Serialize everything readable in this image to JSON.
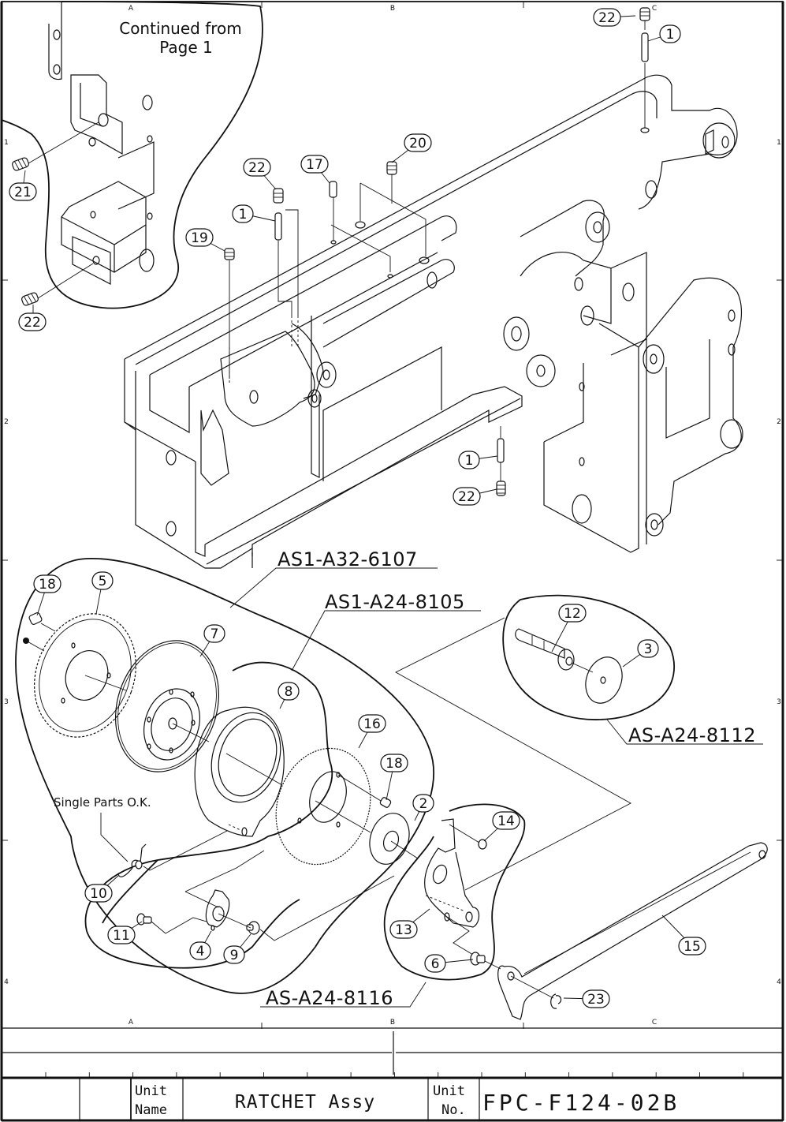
{
  "drawing": {
    "continued_note": [
      "Continued from",
      "Page 1"
    ],
    "single_parts_note": "Single Parts O.K.",
    "grid": {
      "columns": [
        "A",
        "B",
        "C"
      ],
      "rows": [
        "1",
        "2",
        "3",
        "4"
      ]
    },
    "assemblies": [
      {
        "id": "as1-a32-6107",
        "label": "AS1-A32-6107"
      },
      {
        "id": "as1-a24-8105",
        "label": "AS1-A24-8105"
      },
      {
        "id": "as-a24-8112",
        "label": "AS-A24-8112"
      },
      {
        "id": "as-a24-8116",
        "label": "AS-A24-8116"
      }
    ],
    "callouts": [
      {
        "num": "22",
        "area": "top-right"
      },
      {
        "num": "1",
        "area": "top-right"
      },
      {
        "num": "21",
        "area": "inset-left"
      },
      {
        "num": "22",
        "area": "inset-left"
      },
      {
        "num": "22",
        "area": "top-center"
      },
      {
        "num": "17",
        "area": "top-center"
      },
      {
        "num": "20",
        "area": "top-center"
      },
      {
        "num": "1",
        "area": "top-center"
      },
      {
        "num": "19",
        "area": "top-center"
      },
      {
        "num": "1",
        "area": "right-middle"
      },
      {
        "num": "22",
        "area": "right-middle"
      },
      {
        "num": "18",
        "area": "ratchet"
      },
      {
        "num": "5",
        "area": "ratchet"
      },
      {
        "num": "7",
        "area": "ratchet"
      },
      {
        "num": "8",
        "area": "ratchet"
      },
      {
        "num": "16",
        "area": "ratchet"
      },
      {
        "num": "18",
        "area": "ratchet"
      },
      {
        "num": "2",
        "area": "ratchet"
      },
      {
        "num": "12",
        "area": "shaft"
      },
      {
        "num": "3",
        "area": "shaft"
      },
      {
        "num": "14",
        "area": "lever"
      },
      {
        "num": "10",
        "area": "lever"
      },
      {
        "num": "11",
        "area": "lever"
      },
      {
        "num": "4",
        "area": "lever"
      },
      {
        "num": "9",
        "area": "lever"
      },
      {
        "num": "13",
        "area": "lever"
      },
      {
        "num": "6",
        "area": "lever"
      },
      {
        "num": "15",
        "area": "lever"
      },
      {
        "num": "23",
        "area": "lever"
      }
    ]
  },
  "title_block": {
    "unit_name_label": [
      "Unit",
      "Name"
    ],
    "unit_name": "RATCHET Assy",
    "unit_no_label": [
      "Unit",
      "No."
    ],
    "unit_no": "FPC-F124-02B"
  }
}
